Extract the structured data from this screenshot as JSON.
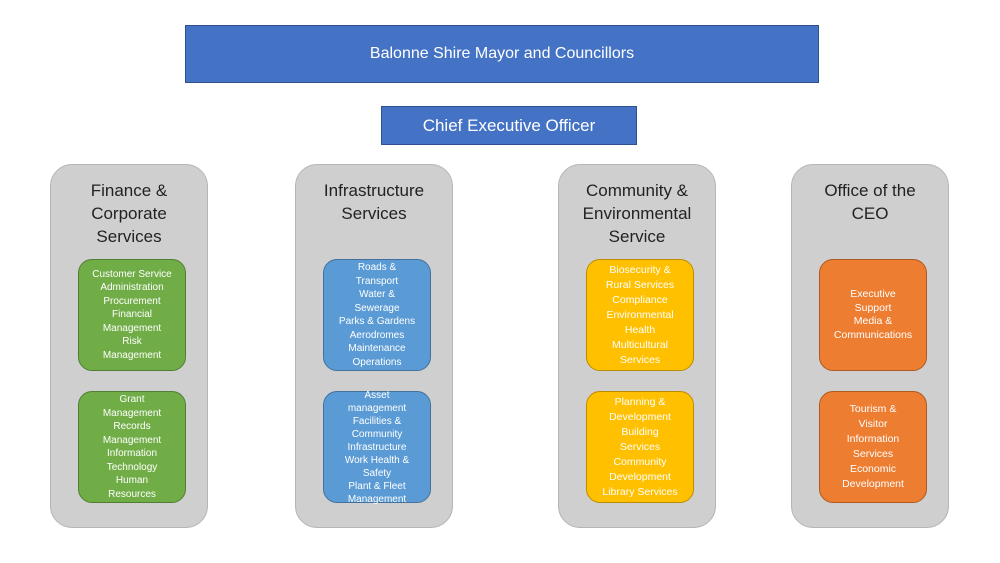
{
  "top": {
    "mayor": "Balonne Shire Mayor and Councillors",
    "ceo": "Chief Executive Officer"
  },
  "departments": [
    {
      "title": "Finance &\nCorporate\nServices",
      "color": "#70ad47",
      "boxes": [
        [
          "Customer Service",
          "Administration",
          "Procurement",
          "Financial",
          "Management",
          "Risk",
          "Management"
        ],
        [
          "Grant",
          "Management",
          "Records",
          "Management",
          "Information",
          "Technology",
          "Human",
          "Resources"
        ]
      ]
    },
    {
      "title": "Infrastructure\nServices",
      "color": "#5b9bd5",
      "boxes": [
        [
          "Roads &",
          "Transport",
          "Water &",
          "Sewerage",
          "Parks & Gardens",
          "Aerodromes",
          "Maintenance",
          "Operations"
        ],
        [
          "Asset",
          "management",
          "Facilities &",
          "Community",
          "Infrastructure",
          "Work Health &",
          "Safety",
          "Plant & Fleet",
          "Management"
        ]
      ]
    },
    {
      "title": "Community &\nEnvironmental\nService",
      "color": "#ffc000",
      "boxes": [
        [
          "Biosecurity &",
          "Rural Services",
          "Compliance",
          "Environmental",
          "Health",
          "Multicultural",
          "Services"
        ],
        [
          "Planning &",
          "Development",
          "Building",
          "Services",
          "Community",
          "Development",
          "Library Services"
        ]
      ]
    },
    {
      "title": "Office of the\nCEO",
      "color": "#ed7d31",
      "boxes": [
        [
          "Executive",
          "Support",
          "Media &",
          "Communications"
        ],
        [
          "Tourism &",
          "Visitor",
          "Information",
          "Services",
          "Economic",
          "Development"
        ]
      ]
    }
  ]
}
